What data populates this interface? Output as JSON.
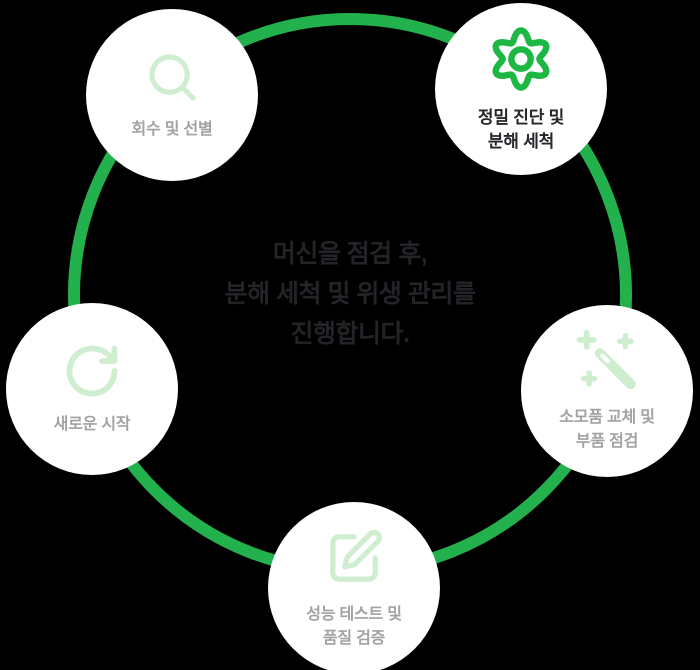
{
  "colors": {
    "background": "#000000",
    "ring-green": "#23B14D",
    "accent-green": "#1CB843",
    "icon-mint": "#CFEDCF",
    "node-white": "#FFFFFF",
    "label-gray": "#A2A2A6",
    "label-dark": "#26262B",
    "center-text": "#232328"
  },
  "center_message": {
    "lines": [
      "머신을 점검 후,",
      "분해 세척 및 위생 관리를",
      "진행합니다."
    ]
  },
  "steps": [
    {
      "id": "recovery",
      "icon": "search-icon",
      "active": false,
      "label_lines": [
        "회수 및 선별"
      ]
    },
    {
      "id": "diagnosis",
      "icon": "gear-icon",
      "active": true,
      "label_lines": [
        "정밀 진단 및",
        "분해 세척"
      ]
    },
    {
      "id": "parts",
      "icon": "wand-icon",
      "active": false,
      "label_lines": [
        "소모품 교체 및",
        "부품 점검"
      ]
    },
    {
      "id": "test",
      "icon": "edit-icon",
      "active": false,
      "label_lines": [
        "성능 테스트 및",
        "품질 검증"
      ]
    },
    {
      "id": "restart",
      "icon": "rotate-cw-icon",
      "active": false,
      "label_lines": [
        "새로운 시작"
      ]
    }
  ]
}
